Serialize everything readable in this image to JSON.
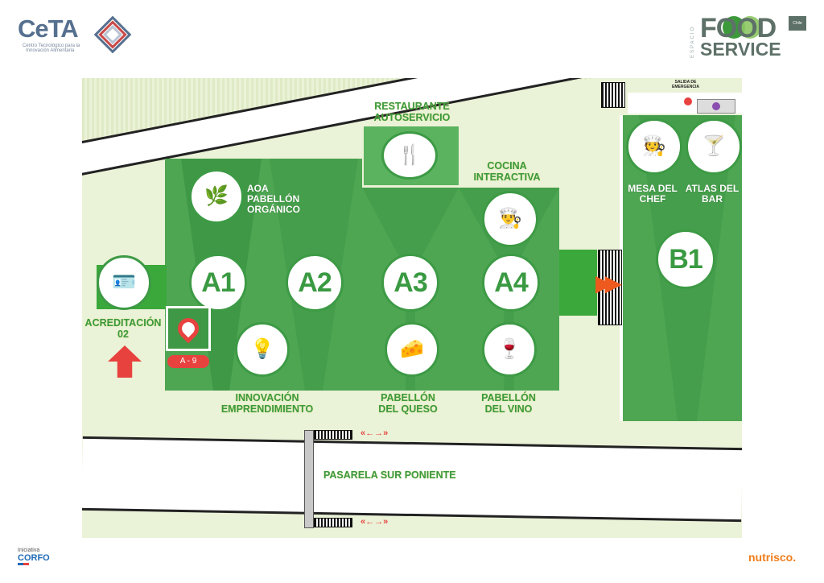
{
  "header": {
    "ceta_logo": "CeTA",
    "ceta_subtitle_1": "Centro Tecnológico para la",
    "ceta_subtitle_2": "Innovación Alimentaria",
    "food_logo_word1": "FOOD",
    "food_logo_word2": "SERVICE",
    "food_logo_vertical": "ESPACIO",
    "chile_badge": "Chile"
  },
  "map": {
    "emergency_exit": "SALIDA DE EMERGENCIA",
    "restaurant": "RESTAURANTE AUTOSERVICIO",
    "aoa": "AOA PABELLÓN ORGÁNICO",
    "cocina": "COCINA INTERACTIVA",
    "mesa": "MESA DEL CHEF",
    "atlas": "ATLAS DEL BAR",
    "stands": [
      "A1",
      "A2",
      "A3",
      "A4",
      "B1"
    ],
    "acreditacion": "ACREDITACIÓN 02",
    "marker": "A - 9",
    "innovacion": "INNOVACIÓN EMPRENDIMIENTO",
    "queso": "PABELLÓN DEL QUESO",
    "vino": "PABELLÓN DEL VINO",
    "pasarela": "PASARELA SUR PONIENTE",
    "colors": {
      "pavilion": "#4ea653",
      "accent": "#e8423f",
      "arrow": "#ee5a1e",
      "ground": "#eaf2d7"
    }
  },
  "footer": {
    "iniciativa": "Iniciativa",
    "corfo": "CORFO",
    "nutrisco": "nutrisco."
  }
}
